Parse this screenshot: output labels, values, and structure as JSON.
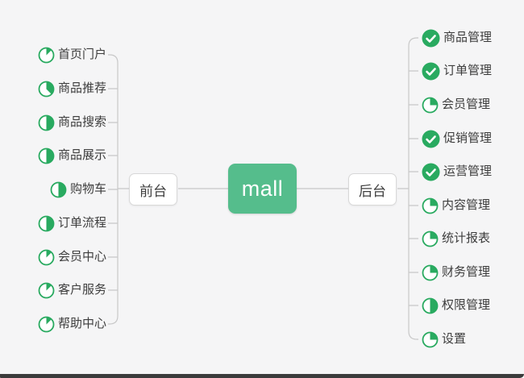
{
  "root": {
    "label": "mall"
  },
  "branches": {
    "left": {
      "label": "前台",
      "items": [
        {
          "label": "首页门户",
          "progress": 0.125
        },
        {
          "label": "商品推荐",
          "progress": 0.375
        },
        {
          "label": "商品搜索",
          "progress": 0.5
        },
        {
          "label": "商品展示",
          "progress": 0.5
        },
        {
          "label": "购物车",
          "progress": 0.5
        },
        {
          "label": "订单流程",
          "progress": 0.5
        },
        {
          "label": "会员中心",
          "progress": 0.125
        },
        {
          "label": "客户服务",
          "progress": 0.125
        },
        {
          "label": "帮助中心",
          "progress": 0.125
        }
      ]
    },
    "right": {
      "label": "后台",
      "items": [
        {
          "label": "商品管理",
          "progress": "done"
        },
        {
          "label": "订单管理",
          "progress": "done"
        },
        {
          "label": "会员管理",
          "progress": 0.25
        },
        {
          "label": "促销管理",
          "progress": "done"
        },
        {
          "label": "运营管理",
          "progress": "done"
        },
        {
          "label": "内容管理",
          "progress": 0.25
        },
        {
          "label": "统计报表",
          "progress": 0.25
        },
        {
          "label": "财务管理",
          "progress": 0.25
        },
        {
          "label": "权限管理",
          "progress": 0.5
        },
        {
          "label": "设置",
          "progress": 0.25
        }
      ]
    }
  },
  "colors": {
    "background": "#f5f5f6",
    "root_fill": "#55bd8c",
    "root_text": "#ffffff",
    "icon_green": "#29aa60",
    "connector": "#c8c8c8",
    "label_text": "#3d3d3d"
  }
}
